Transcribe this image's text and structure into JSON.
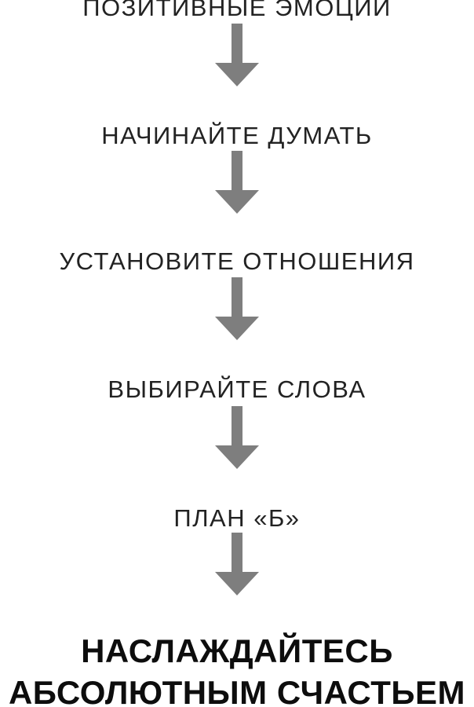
{
  "flow": {
    "steps": [
      {
        "label": "ПОЗИТИВНЫЕ ЭМОЦИИ"
      },
      {
        "label": "НАЧИНАЙТЕ ДУМАТЬ"
      },
      {
        "label": "УСТАНОВИТЕ ОТНОШЕНИЯ"
      },
      {
        "label": "ВЫБИРАЙТЕ СЛОВА"
      },
      {
        "label": "ПЛАН «Б»"
      }
    ],
    "result": {
      "line1": "НАСЛАЖДАЙТЕСЬ",
      "line2": "АБСОЛЮТНЫМ СЧАСТЬЕМ"
    },
    "arrow": {
      "icon": "down-arrow-icon",
      "color": "#7e7e7e",
      "count": 5
    },
    "colors": {
      "background": "#ffffff",
      "label_text": "#222222",
      "heading_text": "#0d0d0d"
    }
  }
}
